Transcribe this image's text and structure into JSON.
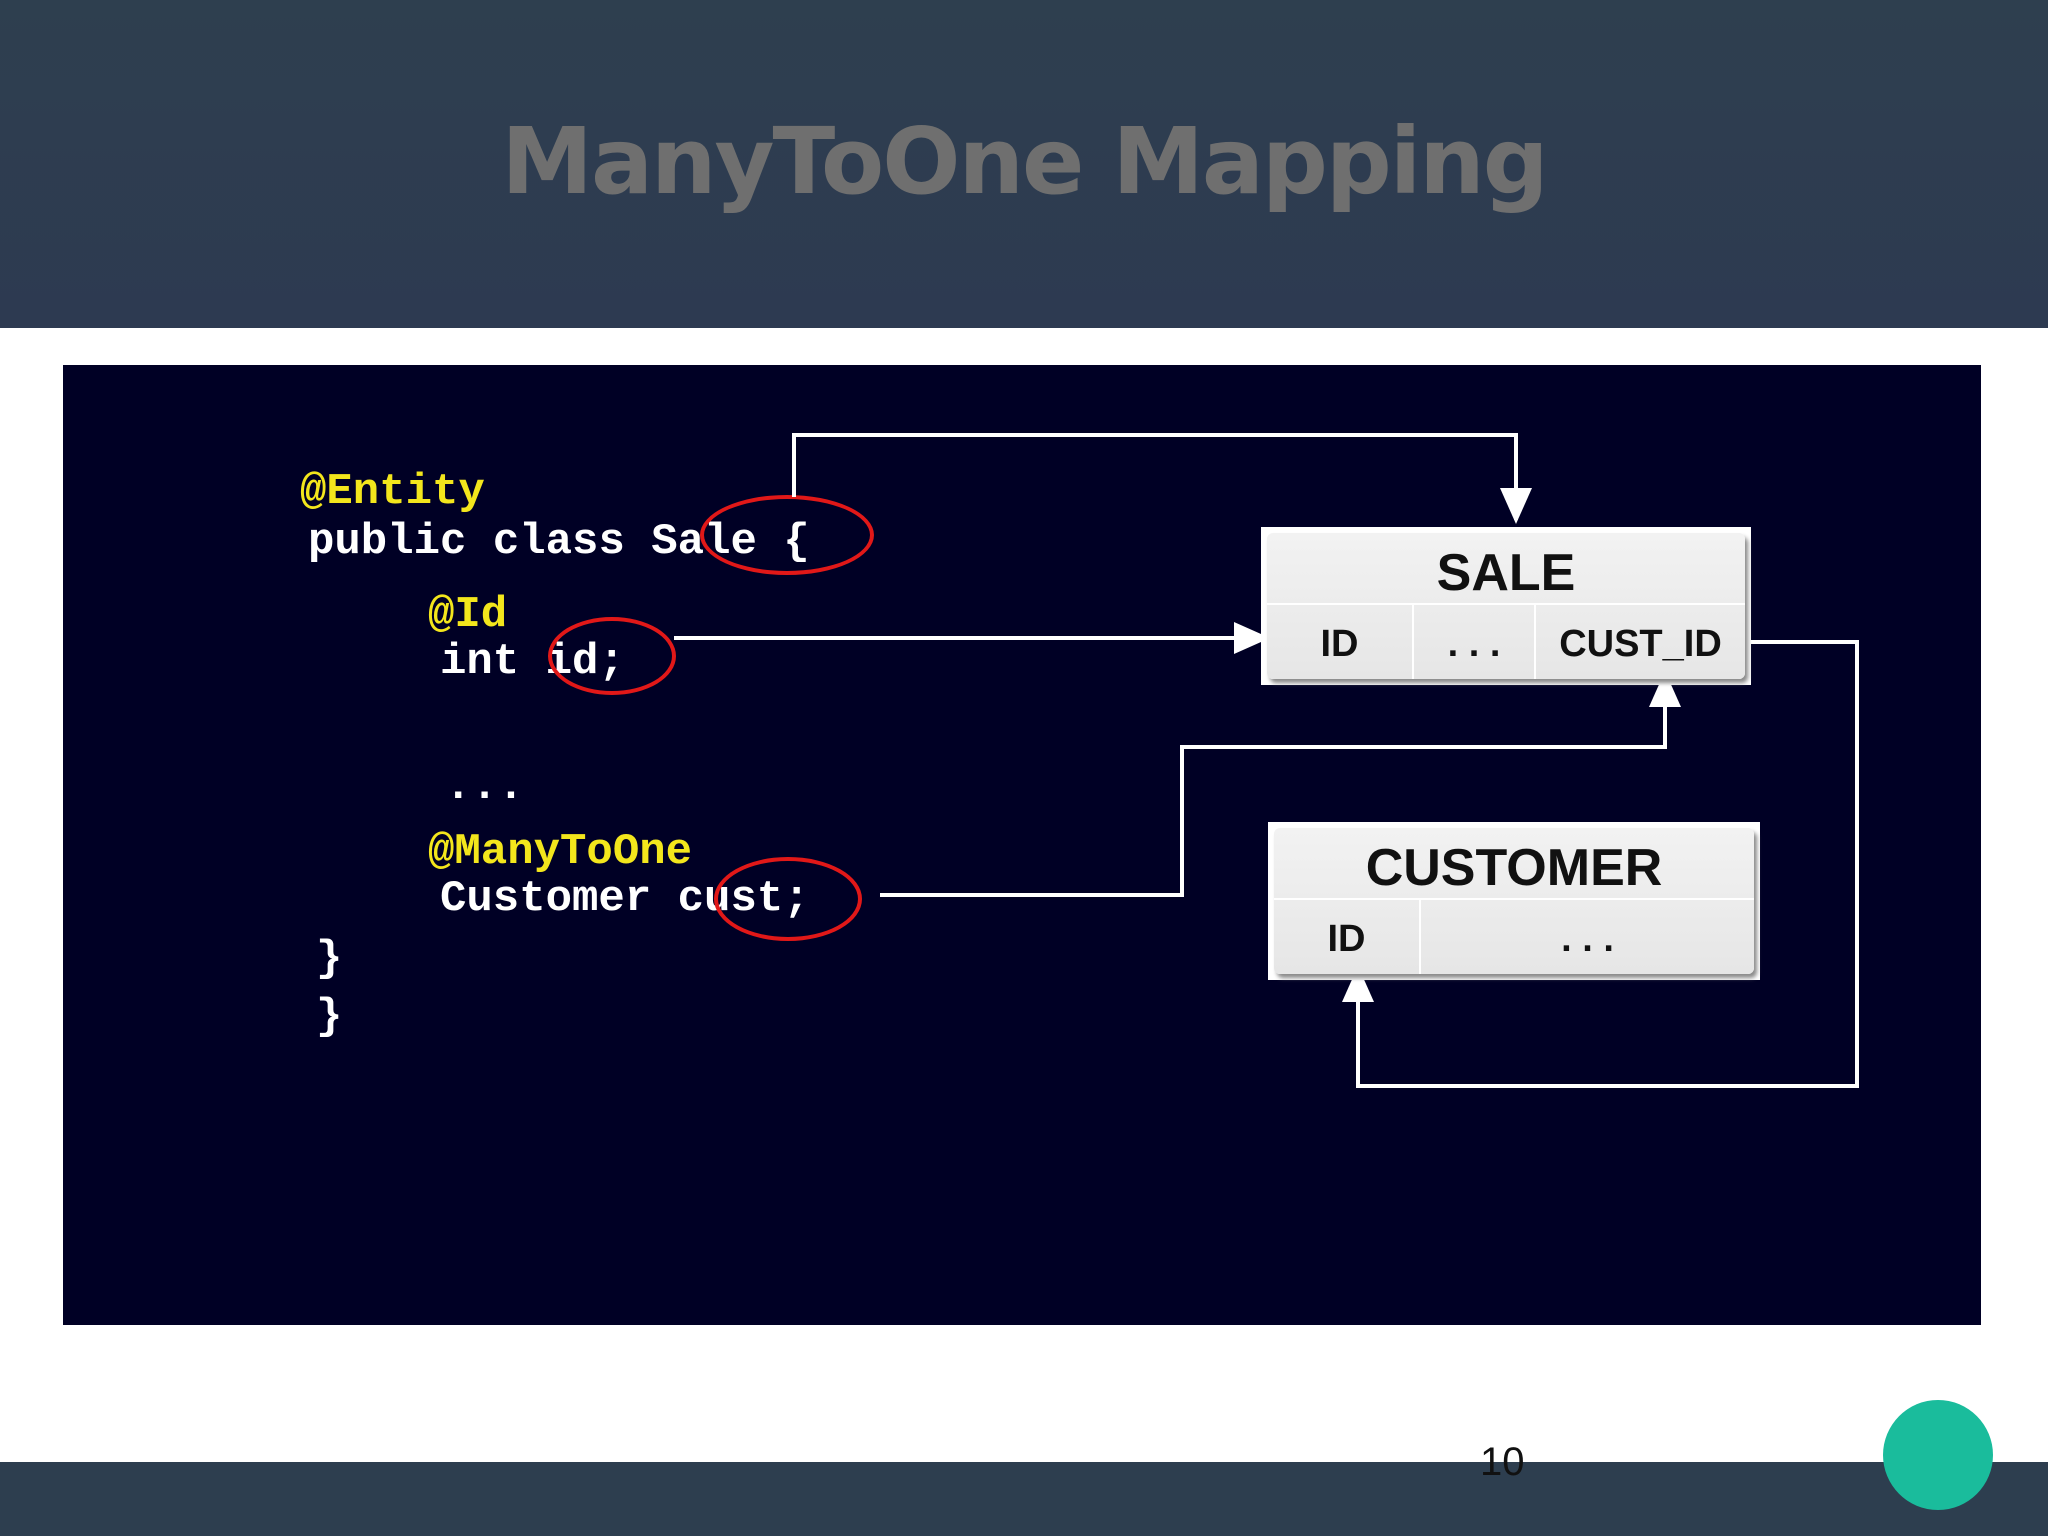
{
  "slide": {
    "title": "ManyToOne Mapping",
    "page_number": "10"
  },
  "code": {
    "entity_annotation": "@Entity",
    "class_decl_prefix": "public class ",
    "class_name": "Sale",
    "class_decl_suffix": " {",
    "id_annotation": "@Id",
    "id_type": "int ",
    "id_field": "id;",
    "ellipsis": "...",
    "manytoone_annotation": "@ManyToOne",
    "cust_type": "Customer ",
    "cust_field": "cust",
    "cust_semicolon": ";",
    "close_brace_1": "}",
    "close_brace_2": "}"
  },
  "tables": {
    "sale": {
      "name": "SALE",
      "columns": [
        "ID",
        ". . .",
        "CUST_ID"
      ]
    },
    "customer": {
      "name": "CUSTOMER",
      "columns": [
        "ID",
        ". . ."
      ]
    }
  },
  "colors": {
    "header_bg": "#2e3f4f",
    "panel_bg": "#000025",
    "annotation_yellow": "#f3e61c",
    "highlight_red": "#e11818",
    "accent_teal": "#1abc9c"
  }
}
